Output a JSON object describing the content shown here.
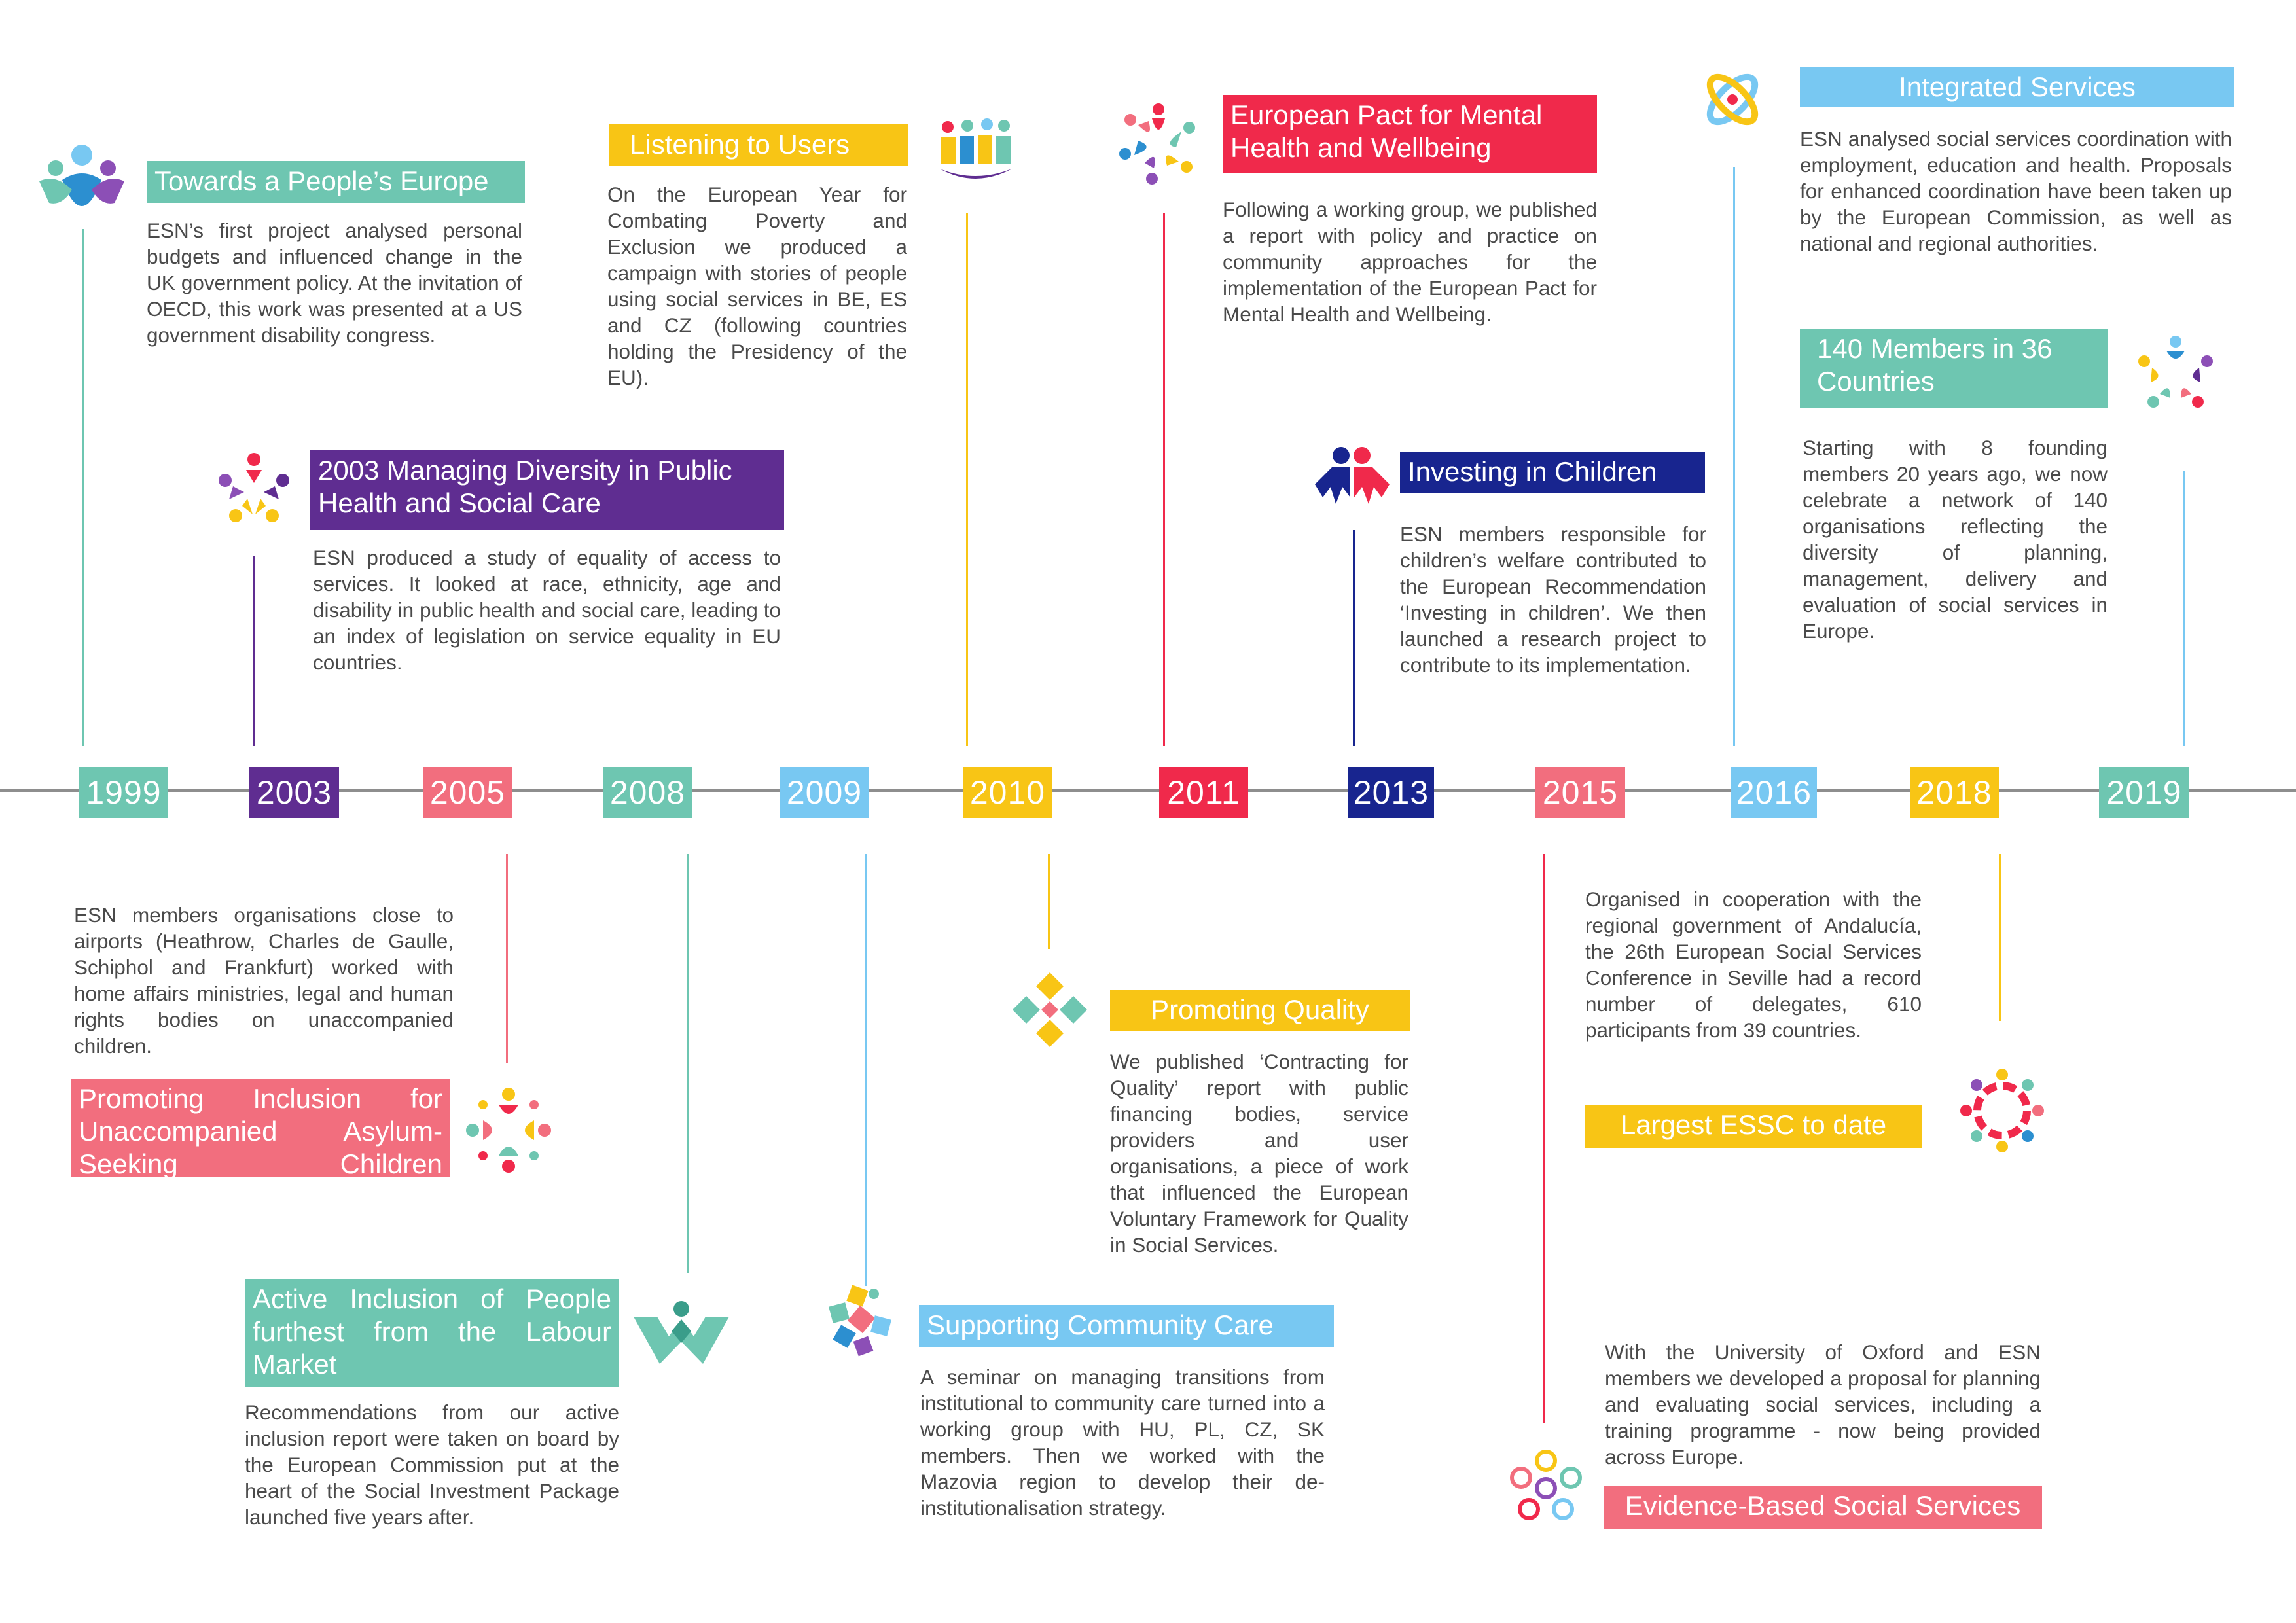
{
  "colors": {
    "teal": "#6ec6b1",
    "purple": "#5f2d91",
    "pink": "#f26e7e",
    "yellow": "#f8c515",
    "lightblue": "#78c8f2",
    "red": "#f0294b",
    "navy": "#18258f",
    "text": "#4a4a4a",
    "axis": "#8e8e8e"
  },
  "years": [
    "1999",
    "2003",
    "2005",
    "2008",
    "2009",
    "2010",
    "2011",
    "2013",
    "2015",
    "2016",
    "2018",
    "2019"
  ],
  "milestones": {
    "m1999": {
      "title": "Towards a People’s Europe",
      "body": "ESN’s first project analysed personal budgets and influenced change in the UK government policy. At the invitation of OECD, this work was presented at a US government disability congress.",
      "icon": "people-group-icon"
    },
    "m2003": {
      "title": "2003 Managing Diversity in Public Health and Social Care",
      "body": "ESN produced a study of equality of access to services. It looked at race, ethnicity, age and disability in public health and social care, leading to an index of legislation on service equality in EU countries.",
      "icon": "diversity-star-icon"
    },
    "m2005": {
      "title": "Promoting Inclusion for Unaccompanied Asylum-Seeking Children",
      "body": "ESN members organisations close to airports (Heathrow, Charles de Gaulle, Schiphol and Frankfurt) worked with home affairs ministries, legal and human rights bodies on unaccompanied children.",
      "icon": "children-circle-icon"
    },
    "m2008": {
      "title": "Active Inclusion of People furthest from the Labour Market",
      "body": "Recommendations from our active inclusion report were taken on board by the European Commission put at the heart of the Social Investment Package launched five years after.",
      "icon": "wave-people-icon"
    },
    "m2009a": {
      "title": "Listening to Users",
      "body": "On the European Year for Combating Poverty and Exclusion we produced a campaign with stories of people using social services in BE, ES and CZ (following countries holding the Presidency of the EU).",
      "icon": "users-bars-icon"
    },
    "m2009b": {
      "title": "Supporting Community Care",
      "body": "A seminar on managing transitions from institutional to community care turned into a working group with HU, PL, CZ, SK members. Then we worked with the Mazovia region to develop their de-institutionalisation strategy.",
      "icon": "community-blocks-icon"
    },
    "m2010": {
      "title": "Promoting Quality",
      "body": "We published ‘Contracting for Quality’ report with public financing bodies, service providers and user organisations, a piece of work that influenced the European Voluntary Framework for Quality in Social Services.",
      "icon": "quality-diamond-icon"
    },
    "m2011": {
      "title": "European Pact for Mental Health and Wellbeing",
      "body": "Following a working group, we published a report with policy and practice on community approaches for the implementation of the European Pact for Mental Health and Wellbeing.",
      "icon": "pinwheel-people-icon"
    },
    "m2013": {
      "title": "Investing in Children",
      "body": "ESN members responsible for children’s welfare contributed to the European Recommendation ‘Investing in children’. We then launched a research project to contribute to its implementation.",
      "icon": "children-pair-icon"
    },
    "m2015a": {
      "title": "Largest ESSC to date",
      "body": "Organised in cooperation with the regional government of Andalucía, the 26th European Social Services Conference in Seville had a record number of delegates, 610 participants from 39 countries.",
      "icon": "conference-ring-icon"
    },
    "m2015b": {
      "title": "Evidence-Based Social Services",
      "body": "With the University of Oxford and ESN members we developed a proposal for planning and evaluating social services, including a training programme - now being provided across Europe.",
      "icon": "evidence-cloud-icon"
    },
    "m2016": {
      "title": "Integrated Services",
      "body": "ESN analysed social services coordination with employment, education and health. Proposals for enhanced coordination have been taken up by the European Commission, as well as national and regional authorities.",
      "icon": "integrated-rings-icon"
    },
    "m2018": {
      "title": "140 Members in 36 Countries",
      "body": "Starting with 8 founding members 20 years ago, we now celebrate a network of 140 organisations reflecting the diversity of planning, management, delivery and evaluation of social services in Europe.",
      "icon": "members-cluster-icon"
    }
  }
}
